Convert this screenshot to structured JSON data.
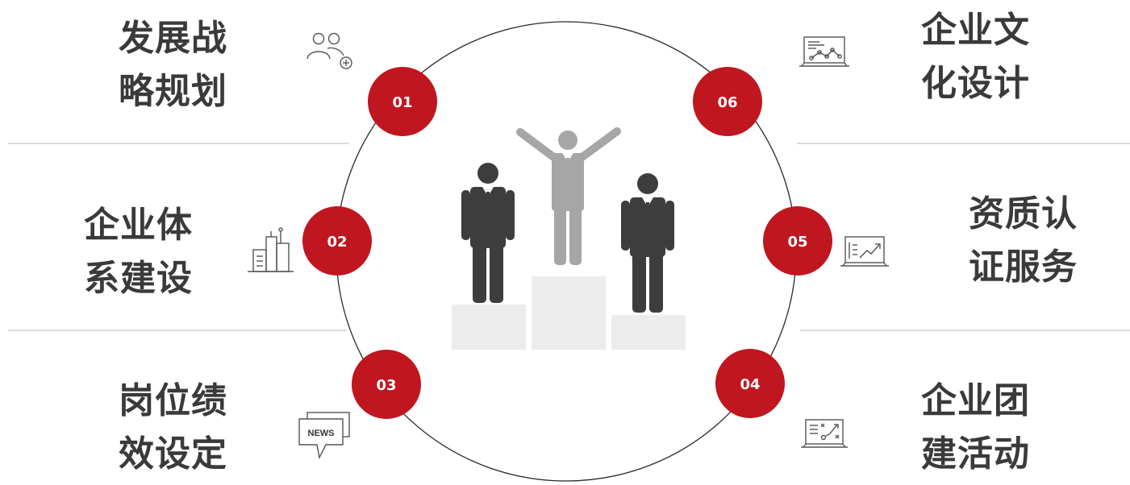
{
  "items": [
    {
      "id": "01",
      "line1": "发展战",
      "line2": "略规划",
      "icon": "people-add-icon"
    },
    {
      "id": "02",
      "line1": "企业体",
      "line2": "系建设",
      "icon": "buildings-icon"
    },
    {
      "id": "03",
      "line1": "岗位绩",
      "line2": "效设定",
      "icon": "news-icon"
    },
    {
      "id": "04",
      "line1": "企业团",
      "line2": "建活动",
      "icon": "strategy-board-icon"
    },
    {
      "id": "05",
      "line1": "资质认",
      "line2": "证服务",
      "icon": "trend-chart-icon"
    },
    {
      "id": "06",
      "line1": "企业文",
      "line2": "化设计",
      "icon": "analytics-laptop-icon"
    }
  ],
  "icon_text": {
    "news": "NEWS"
  },
  "colors": {
    "accent": "#c0161f",
    "text": "#3a3a3a",
    "figure_dark": "#3d3d3d",
    "figure_light": "#a6a6a6",
    "podium": "#ececec",
    "divider": "#cfcfcf",
    "icon": "#555555"
  }
}
